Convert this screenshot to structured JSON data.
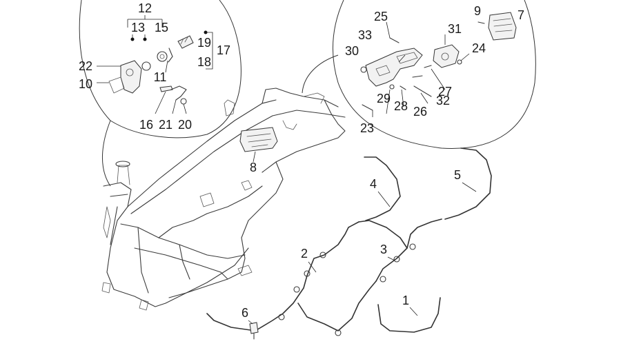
{
  "labels": {
    "l1": "1",
    "l2": "2",
    "l3": "3",
    "l4": "4",
    "l5": "5",
    "l6": "6",
    "l7": "7",
    "l8": "8",
    "l9": "9",
    "l10": "10",
    "l11": "11",
    "l12": "12",
    "l13": "13",
    "l15": "15",
    "l16": "16",
    "l17": "17",
    "l18": "18",
    "l19": "19",
    "l20": "20",
    "l21": "21",
    "l22": "22",
    "l23": "23",
    "l24": "24",
    "l25": "25",
    "l26": "26",
    "l27": "27",
    "l28": "28",
    "l29": "29",
    "l30": "30",
    "l31": "31",
    "l32": "32",
    "l33": "33"
  }
}
